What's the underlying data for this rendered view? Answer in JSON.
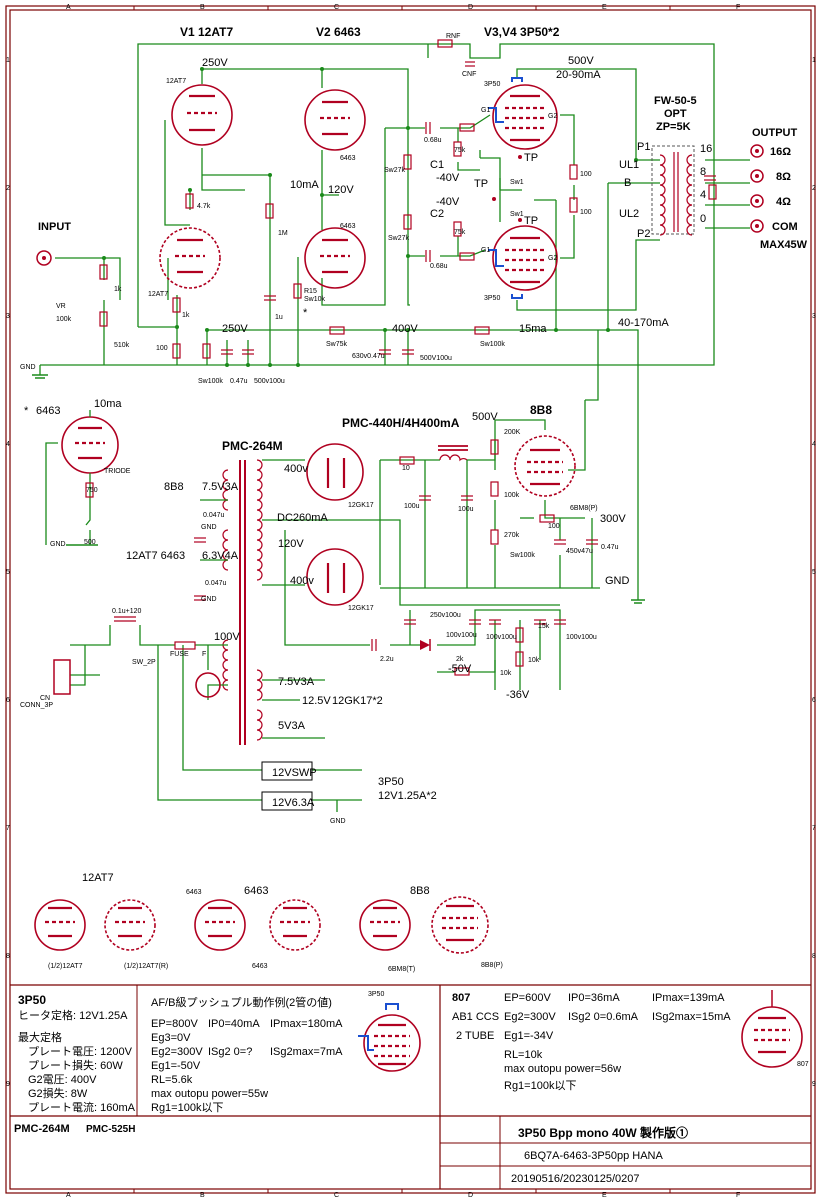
{
  "frame": {
    "col_letters": [
      "A",
      "B",
      "C",
      "D",
      "E",
      "F"
    ],
    "row_numbers": [
      "1",
      "2",
      "3",
      "4",
      "5",
      "6",
      "7",
      "8",
      "9"
    ]
  },
  "header": {
    "v1": "V1 12AT7",
    "v2": "V2 6463",
    "v34": "V3,V4 3P50*2"
  },
  "amp": {
    "input": "INPUT",
    "gnd": "GND",
    "v250": "250V",
    "v250b": "250V",
    "ma10": "10mA",
    "v120": "120V",
    "v400": "400V",
    "ma15": "15ma",
    "v500": "500V",
    "ma20_90": "20-90mA",
    "ma40_170": "40-170mA",
    "c1": "C1",
    "c1v": "-40V",
    "c2": "C2",
    "c2v": "-40V",
    "tp1": "TP",
    "tp2": "TP",
    "tp3": "TP",
    "opt1": "FW-50-5",
    "opt2": "OPT",
    "opt3": "ZP=5K",
    "p1": "P1",
    "p2": "P2",
    "ul1": "UL1",
    "ul2": "UL2",
    "b": "B",
    "t16": "16",
    "t8": "8",
    "t4": "4",
    "t0": "0",
    "output": "OUTPUT",
    "o16": "16Ω",
    "o8": "8Ω",
    "o4": "4Ω",
    "com": "COM",
    "max": "MAX45W",
    "rnf": "RNF",
    "cnf": "CNF",
    "vr": "VR",
    "vr100k": "100k",
    "r1k": "1k",
    "r510k": "510k",
    "r47k": "4.7k",
    "r1k2": "1k",
    "r100": "100",
    "r1m": "1M",
    "c1u": "1u",
    "r15": "R15",
    "sw10k": "Sw10k",
    "sw27k": "Sw27k",
    "sw27k2": "Sw27k",
    "c068": "0.68u",
    "c068b": "0.68u",
    "r75k": "75k",
    "r75k2": "75k",
    "sw1": "Sw1",
    "sw1b": "Sw1",
    "r100a": "100",
    "r100b": "100",
    "sw100k": "Sw100k",
    "c047": "0.47u",
    "c500": "500v100u",
    "sw75k": "Sw75k",
    "c630": "630v0.47u",
    "c500b": "500V100u",
    "sw100kb": "Sw100k",
    "tube12at7": "12AT7",
    "tube12at7b": "12AT7",
    "tube6463a": "6463",
    "tube6463b": "6463",
    "tube3p50a": "3P50",
    "tube3p50b": "3P50",
    "g1": "G1",
    "g2": "G2",
    "g1b": "G1",
    "g2b": "G2",
    "star": "*"
  },
  "triode": {
    "star": "*",
    "name": "6463",
    "ma": "10ma",
    "type": "TRIODE",
    "r750": "750",
    "vr500": "500",
    "gnd": "GND"
  },
  "psu": {
    "pmc264": "PMC-264M",
    "pmc440": "PMC-440H/4H400mA",
    "v500": "500V",
    "tube8b8": "8B8",
    "v400a": "400v",
    "v400b": "400v",
    "dc260": "DC260mA",
    "v120": "120V",
    "tube12gk17a": "12GK17",
    "tube12gk17b": "12GK17",
    "r10": "10",
    "c100u": "100u",
    "c100u2": "100u",
    "r200k": "200K",
    "r100k": "100k",
    "r270k": "270k",
    "sw100k": "Sw100k",
    "r100": "100",
    "c450": "450v47u",
    "c047": "0.47u",
    "v300": "300V",
    "gnd": "GND",
    "tube6bm8": "6BM8(P)",
    "h8b8": "8B8",
    "h753a": "7.5V3A",
    "h0047": "0.047u",
    "h12at7": "12AT7 6463",
    "h634a": "6.3V4A",
    "h0047b": "0.047u",
    "gnd1": "GND",
    "gnd2": "GND",
    "v100": "100V",
    "c0112": "0.1u+120",
    "sw2p": "SW_2P",
    "fuse": "FUSE",
    "f": "F",
    "conn": "CONN_3P",
    "cn": "CN",
    "h753a2": "7.5V3A",
    "h125": "12.5V",
    "h12gk": "12GK17*2",
    "h53a": "5V3A",
    "c22": "2.2u",
    "v50": "-50V",
    "r2k": "2k",
    "c250": "250v100u",
    "c100a": "100v100u",
    "c100b": "100v100u",
    "c100c": "100v100u",
    "r15k": "15k",
    "vr10k": "10k",
    "r10k": "10k",
    "v36": "-36V",
    "swp": "12VSWP",
    "v63": "12V6.3A",
    "p3p50": "3P50",
    "p12v": "12V1.25A*2",
    "gnd3": "GND"
  },
  "pinouts": {
    "a": "12AT7",
    "b": "6463",
    "c": "8B8",
    "a1": "(1/2)12AT7",
    "a2": "(1/2)12AT7(R)",
    "b1": "6463",
    "b2": "6463",
    "c1": "6BM8(T)",
    "c2": "8B8(P)"
  },
  "specs": {
    "t3p50": "3P50",
    "heater": "ヒータ定格: 12V1.25A",
    "max": "最大定格",
    "l1": "プレート電圧: 1200V",
    "l2": "プレート損失: 60W",
    "l3": "G2電圧: 400V",
    "l4": "G2損失: 8W",
    "l5": "プレート電流: 160mA",
    "op_title": "AF/B級プッシュプル動作例(2管の値)",
    "op1": "EP=800V",
    "op2": "IP0=40mA",
    "op3": "IPmax=180mA",
    "op4": "Eg3=0V",
    "op5": "Eg2=300V",
    "op6": "ISg2 0=?",
    "op7": "ISg2max=7mA",
    "op8": "Eg1=-50V",
    "op9": "RL=5.6k",
    "op10": "max outopu power=55w",
    "op11": "Rg1=100k以下",
    "tub": "3P50",
    "t807": "807",
    "ab1": "AB1 CCS",
    "tube2": "2 TUBE",
    "e1": "EP=600V",
    "e2": "IP0=36mA",
    "e3": "IPmax=139mA",
    "e4": "Eg2=300V",
    "e5": "ISg2 0=0.6mA",
    "e6": "ISg2max=15mA",
    "e7": "Eg1=-34V",
    "e8": "RL=10k",
    "e9": "max outopu power=56w",
    "e10": "Rg1=100k以下",
    "t807b": "807"
  },
  "title_block": {
    "pmc264": "PMC-264M",
    "pmc525": "PMC-525H",
    "title": "3P50 Bpp  mono 40W  製作版①",
    "sub": "6BQ7A-6463-3P50pp HANA",
    "date": "20190516/20230125/0207"
  }
}
